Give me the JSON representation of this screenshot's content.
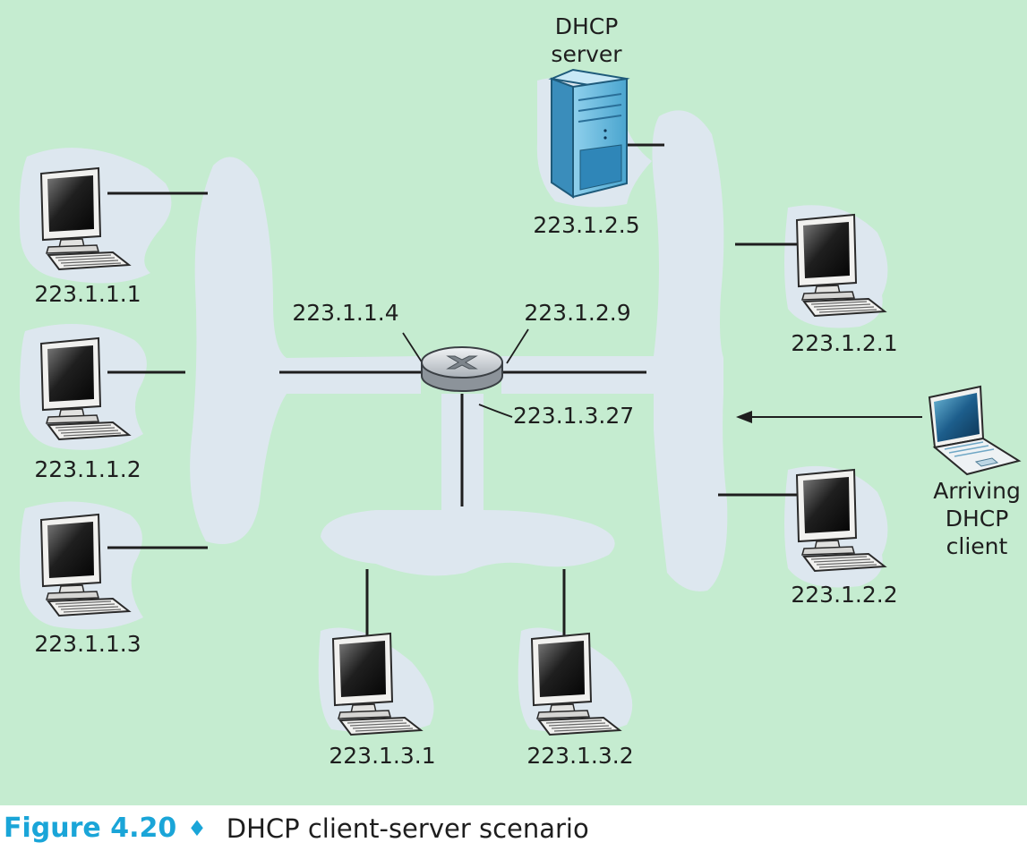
{
  "colors": {
    "background": "#c5ecd0",
    "subnet": "#dde7ef",
    "link": "#1e1e1e",
    "caption_accent": "#1aa5d8"
  },
  "dhcp_server": {
    "label_line1": "DHCP",
    "label_line2": "server",
    "address": "223.1.2.5"
  },
  "router": {
    "icon": "router-icon",
    "interface_left": "223.1.1.4",
    "interface_right": "223.1.2.9",
    "interface_bottom": "223.1.3.27"
  },
  "hosts": {
    "h111": "223.1.1.1",
    "h112": "223.1.1.2",
    "h113": "223.1.1.3",
    "h121": "223.1.2.1",
    "h122": "223.1.2.2",
    "h131": "223.1.3.1",
    "h132": "223.1.3.2"
  },
  "arriving_client": {
    "line1": "Arriving",
    "line2": "DHCP",
    "line3": "client",
    "icon": "laptop-icon"
  },
  "caption": {
    "number": "Figure 4.20",
    "separator": "♦",
    "title": "DHCP client-server scenario"
  }
}
